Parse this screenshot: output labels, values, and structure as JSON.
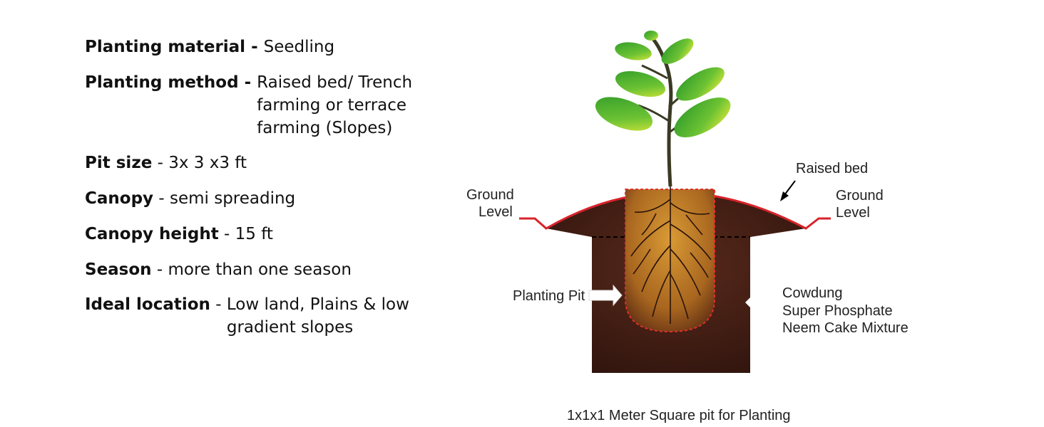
{
  "specs": [
    {
      "key": "Planting material",
      "sep": " - ",
      "value": "Seedling"
    },
    {
      "key": "Planting method",
      "sep": " - ",
      "value": "Raised bed/ Trench\nfarming or terrace\nfarming (Slopes)"
    },
    {
      "key": "Pit size",
      "sep": " - ",
      "value": "3x 3 x3 ft"
    },
    {
      "key": "Canopy",
      "sep": " - ",
      "value": "semi spreading"
    },
    {
      "key": "Canopy height",
      "sep": " - ",
      "value": "15 ft"
    },
    {
      "key": "Season",
      "sep": " - ",
      "value": "more than one season"
    },
    {
      "key": "Ideal location",
      "sep": " - ",
      "value": "Low land, Plains & low\ngradient slopes"
    }
  ],
  "diagram": {
    "ground_level_left": [
      "Ground",
      "Level"
    ],
    "ground_level_right": [
      "Ground",
      "Level"
    ],
    "raised_bed": "Raised bed",
    "planting_pit": "Planting Pit",
    "mixture": [
      "Cowdung",
      "Super Phosphate",
      "Neem Cake Mixture"
    ],
    "caption": "1x1x1 Meter Square pit for Planting"
  },
  "colors": {
    "soil": "#3d1a12",
    "pit_fill": "#c9892a",
    "outline_red": "#d8232a",
    "leaf_green": "#4caf2a",
    "leaf_light": "#d6e83a"
  }
}
